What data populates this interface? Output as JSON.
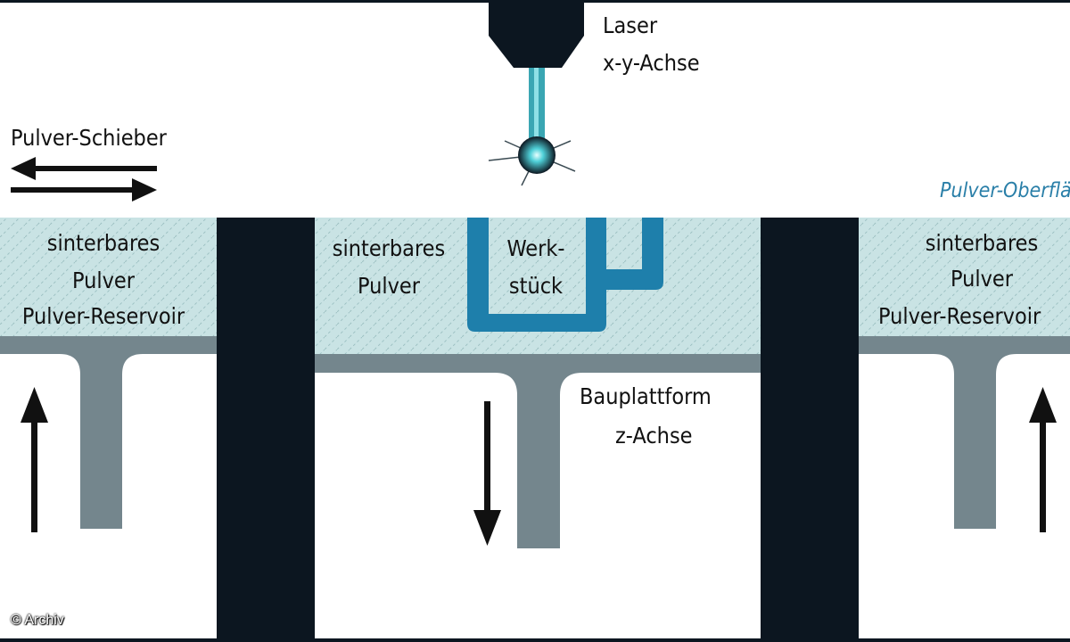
{
  "labels": {
    "laser": "Laser",
    "xy_axis": "x-y-Achse",
    "slider": "Pulver-Schieber",
    "powder_surface": "Pulver-Oberfläche",
    "left_reservoir": [
      "sinterbares",
      "Pulver",
      "Pulver-Reservoir"
    ],
    "center_powder": [
      "sinterbares",
      "Pulver"
    ],
    "workpiece": [
      "Werk-",
      "stück"
    ],
    "right_reservoir": [
      "sinterbares",
      "Pulver",
      "Pulver-Reservoir"
    ],
    "platform": "Bauplattform",
    "z_axis": "z-Achse",
    "credit": "© Archiv"
  },
  "colors": {
    "wall": "#0c1620",
    "powder": "#c9e3e4",
    "platform": "#74868d",
    "workpiece": "#1e7fab",
    "beam": "#3aa6b3",
    "arrow": "#111111",
    "surface_label": "#2a7fa8"
  },
  "motions": {
    "slider": "bidirectional",
    "left_platform": "up",
    "center_platform": "down",
    "right_platform": "up"
  }
}
